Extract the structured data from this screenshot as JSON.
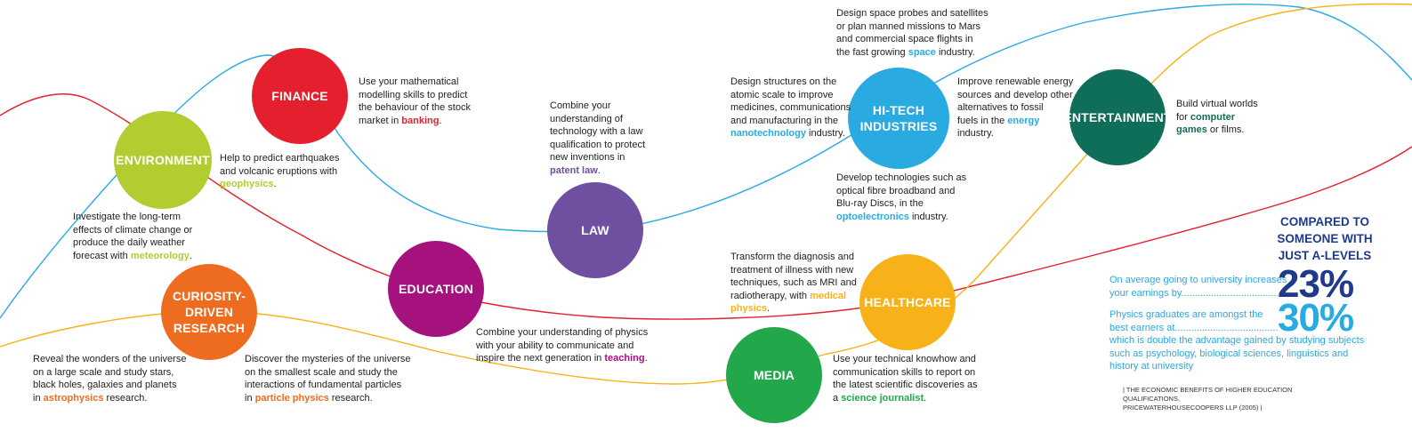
{
  "colors": {
    "environment": "#b2cd30",
    "finance": "#e5202e",
    "curiosity": "#ee6c20",
    "education": "#a5127d",
    "law": "#6e4fa0",
    "hitech": "#29abe2",
    "healthcare": "#f7b21a",
    "media": "#22a84a",
    "entertainment": "#0f6e59",
    "curve_red": "#e5202e",
    "curve_blue": "#29abe2",
    "curve_orange": "#f7b21a",
    "stat_dark": "#1f3a8a",
    "stat_light": "#29abe2"
  },
  "circles": {
    "finance": "FINANCE",
    "environment": "ENVIRONMENT",
    "curiosity": "CURIOSITY-\nDRIVEN\nRESEARCH",
    "education": "EDUCATION",
    "law": "LAW",
    "hitech": "HI-TECH\nINDUSTRIES",
    "healthcare": "HEALTHCARE",
    "media": "MEDIA",
    "entertainment": "ENTERTAINMENT"
  },
  "descriptions": {
    "finance": {
      "before": "Use your mathematical\nmodelling skills to predict\nthe behaviour of the stock\nmarket in ",
      "highlight": "banking",
      "after": "."
    },
    "environment_geo": {
      "before": "Help to predict earthquakes\nand volcanic eruptions with\n",
      "highlight": "geophysics",
      "after": "."
    },
    "environment_met": {
      "before": "Investigate the long-term\neffects of climate change or\nproduce the daily weather\nforecast with ",
      "highlight": "meteorology",
      "after": "."
    },
    "curiosity_astro": {
      "before": "Reveal the wonders of the universe\non a large scale and study stars,\nblack holes, galaxies and planets\nin ",
      "highlight": "astrophysics",
      "after": " research."
    },
    "curiosity_particle": {
      "before": "Discover the mysteries of the universe\non the smallest scale and study the\ninteractions of fundamental particles\nin ",
      "highlight": "particle physics",
      "after": " research."
    },
    "education": {
      "before": "Combine your understanding of physics\nwith your ability to communicate and\ninspire the next generation in ",
      "highlight": "teaching",
      "after": "."
    },
    "law": {
      "before": "Combine your\nunderstanding of\ntechnology with a law\nqualification to protect\nnew inventions in\n",
      "highlight": "patent law",
      "after": "."
    },
    "hitech_space": {
      "before": "Design space probes and satellites\nor plan manned missions to Mars\nand commercial space flights in\nthe fast growing ",
      "highlight": "space",
      "after": " industry."
    },
    "hitech_nano": {
      "before": "Design structures on the\natomic scale to improve\nmedicines, communications\nand manufacturing in the\n",
      "highlight": "nanotechnology",
      "after": " industry."
    },
    "hitech_energy": {
      "before": "Improve renewable energy\nsources and develop other\nalternatives to fossil\nfuels in the ",
      "highlight": "energy",
      "after": "\nindustry."
    },
    "hitech_opto": {
      "before": "Develop technologies such as\noptical fibre broadband and\nBlu-ray Discs, in the\n",
      "highlight": "optoelectronics",
      "after": " industry."
    },
    "healthcare": {
      "before": "Transform the diagnosis and\ntreatment of illness with new\ntechniques, such as MRI and\nradiotherapy, with ",
      "highlight": "medical\nphysics",
      "after": "."
    },
    "media": {
      "before": "Use your technical knowhow and\ncommunication skills to report on\nthe latest scientific discoveries as\na ",
      "highlight": "science journalist",
      "after": "."
    },
    "entertainment": {
      "before": "Build virtual worlds\nfor ",
      "highlight": "computer\ngames",
      "after": " or films."
    }
  },
  "stats": {
    "title": "COMPARED TO\nSOMEONE WITH\nJUST A-LEVELS",
    "line1": "On average going to university increases\nyour earnings by.....................................",
    "value1": "23%",
    "line2": "Physics graduates are amongst the\nbest earners at......................................\nwhich is double the advantage gained by studying subjects\nsuch as psychology, biological sciences, linguistics and\nhistory at university",
    "value2": "30%",
    "source": "| THE ECONOMIC BENEFITS OF HIGHER EDUCATION QUALIFICATIONS,\nPRICEWATERHOUSECOOPERS LLP (2005) |"
  }
}
